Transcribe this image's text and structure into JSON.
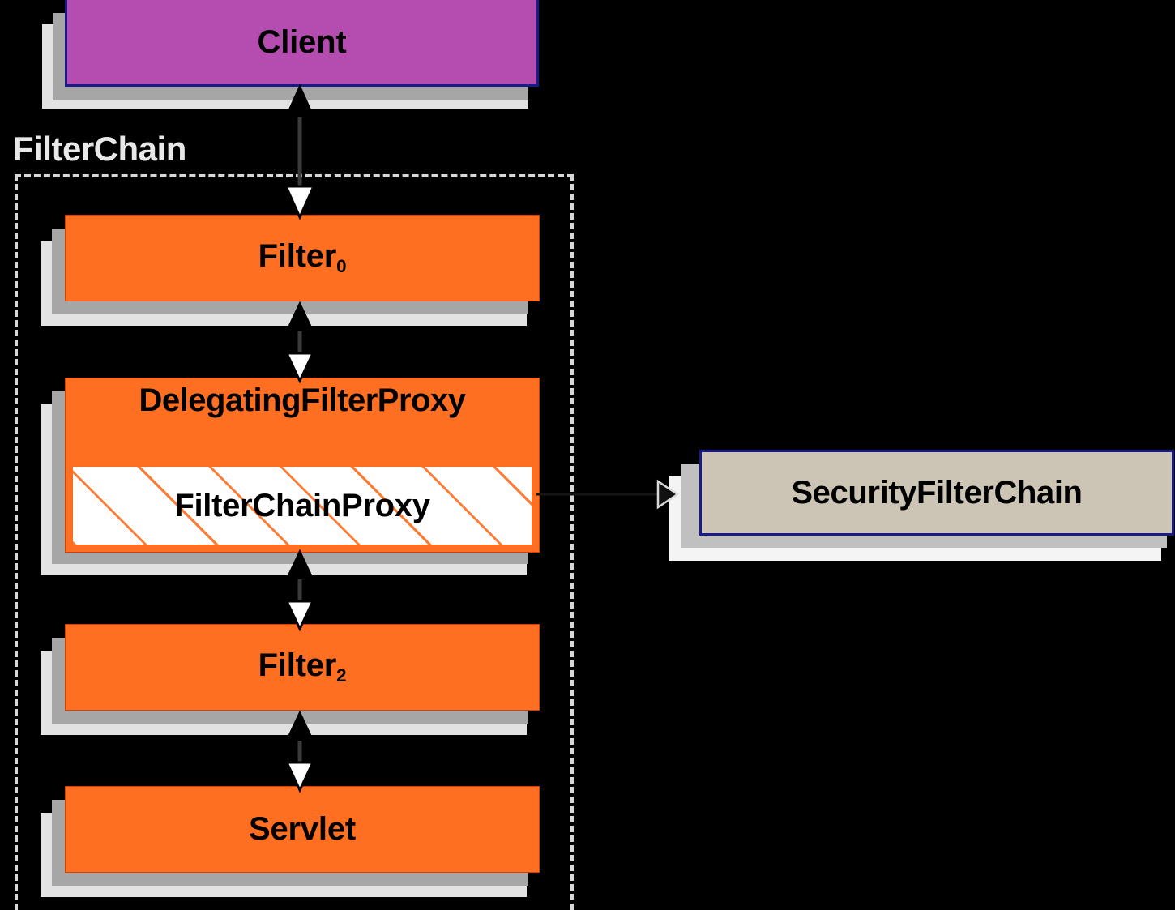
{
  "diagram": {
    "title": "FilterChain",
    "background_color": "#000000"
  },
  "container": {
    "label": "FilterChain",
    "border_style": "dashed",
    "border_color": "#d8d8d8"
  },
  "nodes": {
    "client": {
      "label": "Client",
      "fill": "#b54cb0",
      "border": "#1a1a8c"
    },
    "filter0": {
      "label": "Filter",
      "subscript": "0",
      "fill": "#ff6f21",
      "border": "#e03c00"
    },
    "delegating_filter_proxy": {
      "label": "DelegatingFilterProxy",
      "fill": "#ff6f21",
      "border": "#e03c00"
    },
    "filter_chain_proxy": {
      "label": "FilterChainProxy",
      "fill": "#ffffff",
      "hatch_color": "#ff7a33"
    },
    "filter2": {
      "label": "Filter",
      "subscript": "2",
      "fill": "#ff6f21",
      "border": "#e03c00"
    },
    "servlet": {
      "label": "Servlet",
      "fill": "#ff6f21",
      "border": "#e03c00"
    },
    "security_filter_chain": {
      "label": "SecurityFilterChain",
      "fill": "#ccc5b5",
      "border": "#1a1a8c"
    }
  },
  "connections": [
    {
      "name": "client-to-filter0",
      "from": "client",
      "to": "filter0",
      "style": "bidirectional"
    },
    {
      "name": "filter0-to-delegating-filter-proxy",
      "from": "filter0",
      "to": "delegating_filter_proxy",
      "style": "bidirectional"
    },
    {
      "name": "delegating-filter-proxy-to-filter2",
      "from": "delegating_filter_proxy",
      "to": "filter2",
      "style": "bidirectional"
    },
    {
      "name": "filter2-to-servlet",
      "from": "filter2",
      "to": "servlet",
      "style": "bidirectional"
    },
    {
      "name": "filter-chain-proxy-to-security-filter-chain",
      "from": "filter_chain_proxy",
      "to": "security_filter_chain",
      "style": "open-arrow"
    }
  ]
}
